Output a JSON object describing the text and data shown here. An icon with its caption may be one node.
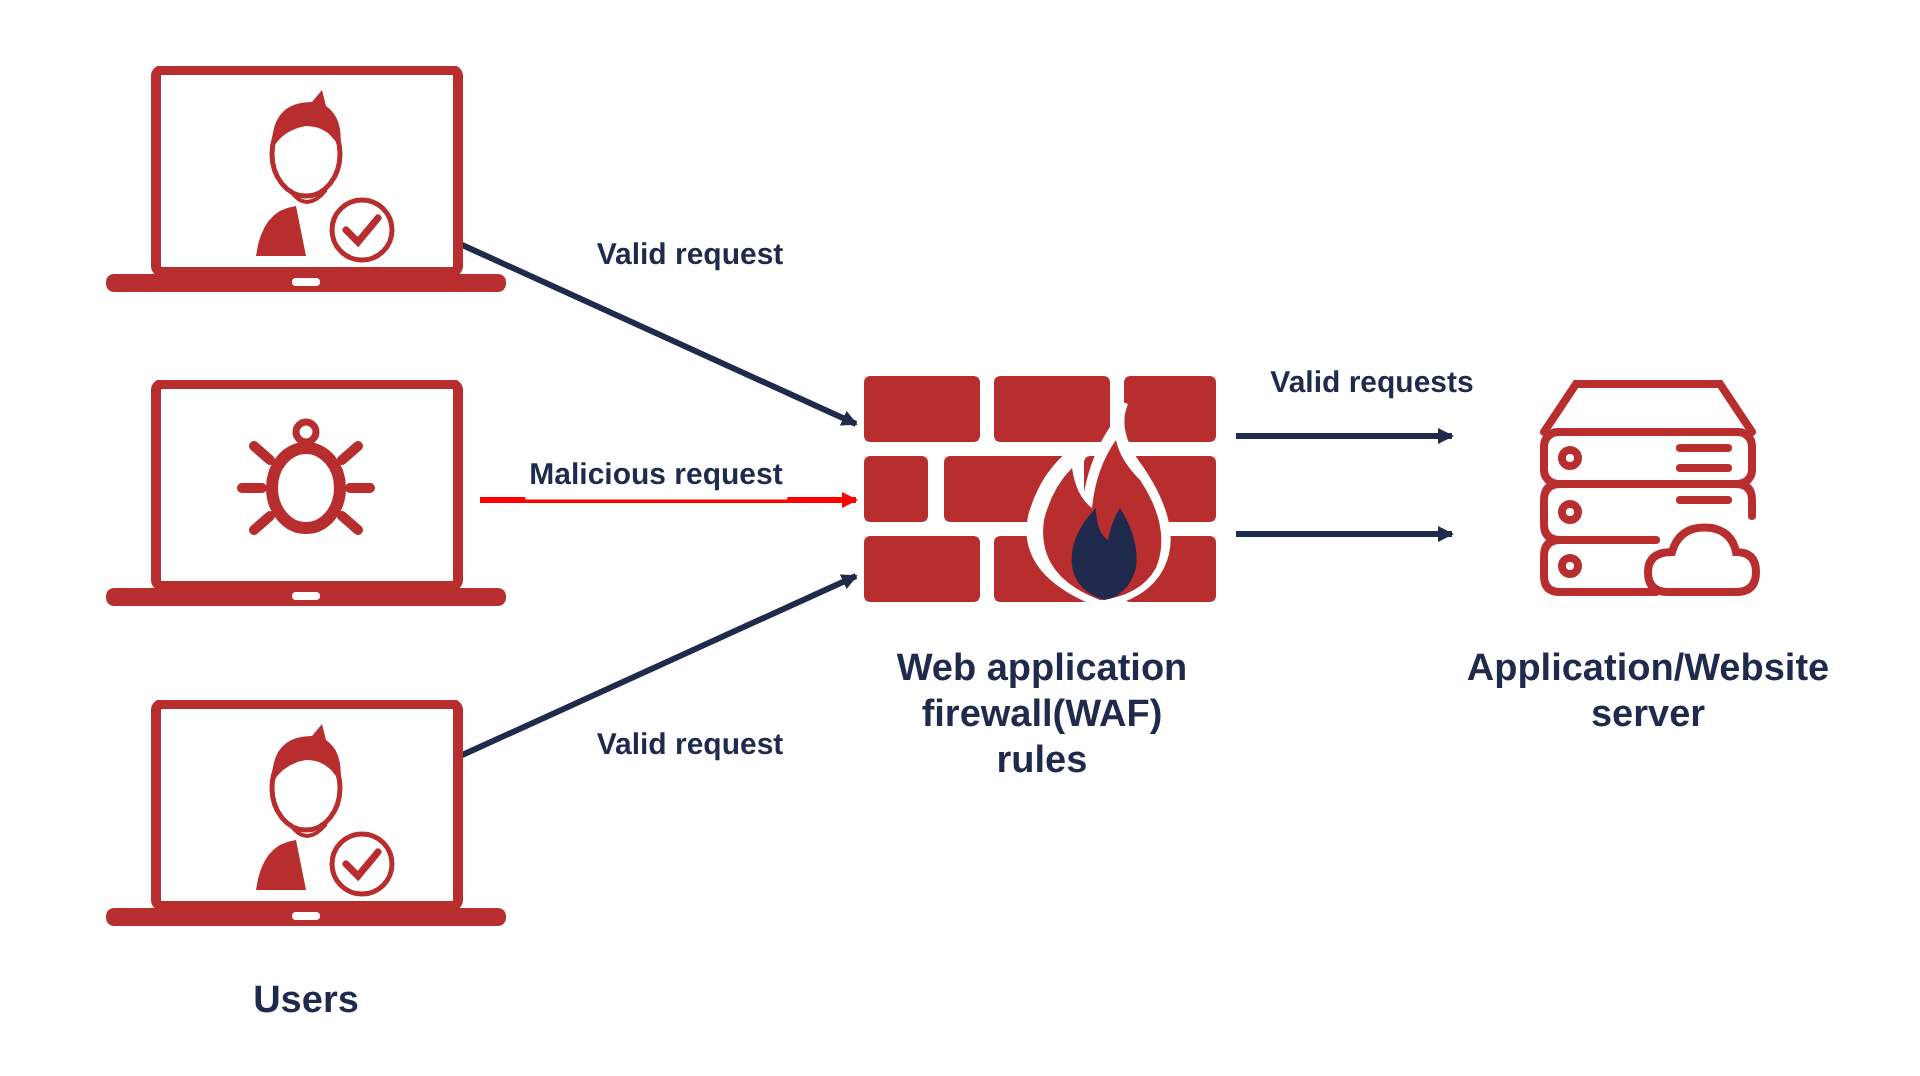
{
  "diagram": {
    "nodes": [
      {
        "text": [],
        "shape": "picture"
      },
      {
        "text": [],
        "shape": "picture"
      },
      {
        "text": [],
        "shape": "picture"
      },
      {
        "text": [
          "Web application firewall(WAF) rules"
        ]
      },
      {
        "text": [
          "Application/Website server"
        ]
      }
    ],
    "edges": [
      {
        "from": 0,
        "to": 3,
        "arrow": "to",
        "label": "Valid request"
      },
      {
        "from": 1,
        "to": 3,
        "arrow": "to",
        "label": "Malicious request",
        "color": "#ff0000"
      },
      {
        "from": 2,
        "to": 3,
        "arrow": "to",
        "label": "Valid request"
      },
      {
        "from": 3,
        "to": 4,
        "arrow": "to",
        "label": "Valid requests"
      },
      {
        "from": 3,
        "to": 4,
        "arrow": "to"
      }
    ],
    "labels": [
      "Users"
    ]
  }
}
